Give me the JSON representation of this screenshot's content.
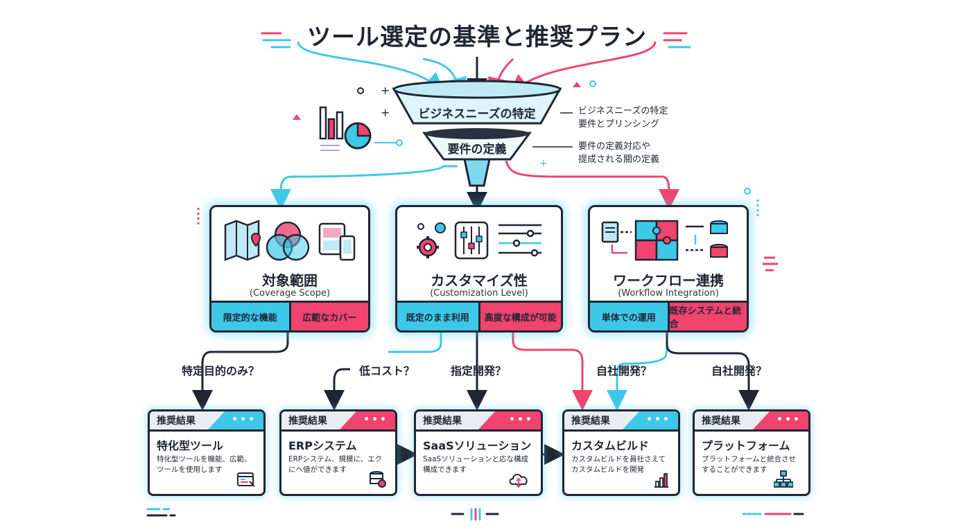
{
  "title": "ツール選定の基準と推奨プラン",
  "funnel": {
    "top_label": "ビジネスニーズの特定",
    "bottom_label": "要件の定義"
  },
  "side_notes": {
    "note1_line1": "ビジネスニーズの特定",
    "note1_line2": "要件とプリンシング",
    "note2_line1": "要件の定義対応や",
    "note2_line2": "提成される關の定義"
  },
  "criteria": [
    {
      "title": "対象範囲",
      "subtitle": "(Coverage Scope)",
      "left": "限定的な機能",
      "right": "広範なカバー"
    },
    {
      "title": "カスタマイズ性",
      "subtitle": "(Customization Level)",
      "left": "既定のまま利用",
      "right": "高度な構成が可能"
    },
    {
      "title": "ワークフロー連携",
      "subtitle": "(Workflow Integration)",
      "left": "単体での運用",
      "right": "既存システムと統合"
    }
  ],
  "questions": [
    "特定目的のみ？",
    "低コスト？",
    "指定開発？",
    "自社開発？",
    "自社開発？"
  ],
  "results": [
    {
      "header": "推奨結果",
      "dots": "•••",
      "title": "特化型ツール",
      "desc1": "特化型ツールを機能、広範、",
      "desc2": "ツールを使用します",
      "icon": "browser-code-icon",
      "accent": "#3ec8e8"
    },
    {
      "header": "推奨結果",
      "dots": "•••",
      "title": "ERPシステム",
      "desc1": "ERPシステム、規模に、エク",
      "desc2": "にへ値ができます",
      "icon": "database-gear-icon",
      "accent": "#f0436e"
    },
    {
      "header": "推奨結果",
      "dots": "•••",
      "title": "SaaSソリューション",
      "desc1": "SaaSソリューションと応な構成",
      "desc2": "構成できます",
      "icon": "cloud-sync-icon",
      "accent": "#f0436e"
    },
    {
      "header": "推奨結果",
      "dots": "•••",
      "title": "カスタムビルド",
      "desc1": "カスタムビルドを員社さえて",
      "desc2": "カスタムビルドを開発",
      "icon": "bar-chart-icon",
      "accent": "#3ec8e8"
    },
    {
      "header": "推奨結果",
      "dots": "•••",
      "title": "プラットフォーム",
      "desc1": "プラットフォームと統合させ",
      "desc2": "することができます",
      "icon": "hierarchy-icon",
      "accent": "#f0436e"
    }
  ],
  "colors": {
    "cyan": "#3ec8e8",
    "pink": "#f0436e",
    "navy": "#1f2533"
  }
}
